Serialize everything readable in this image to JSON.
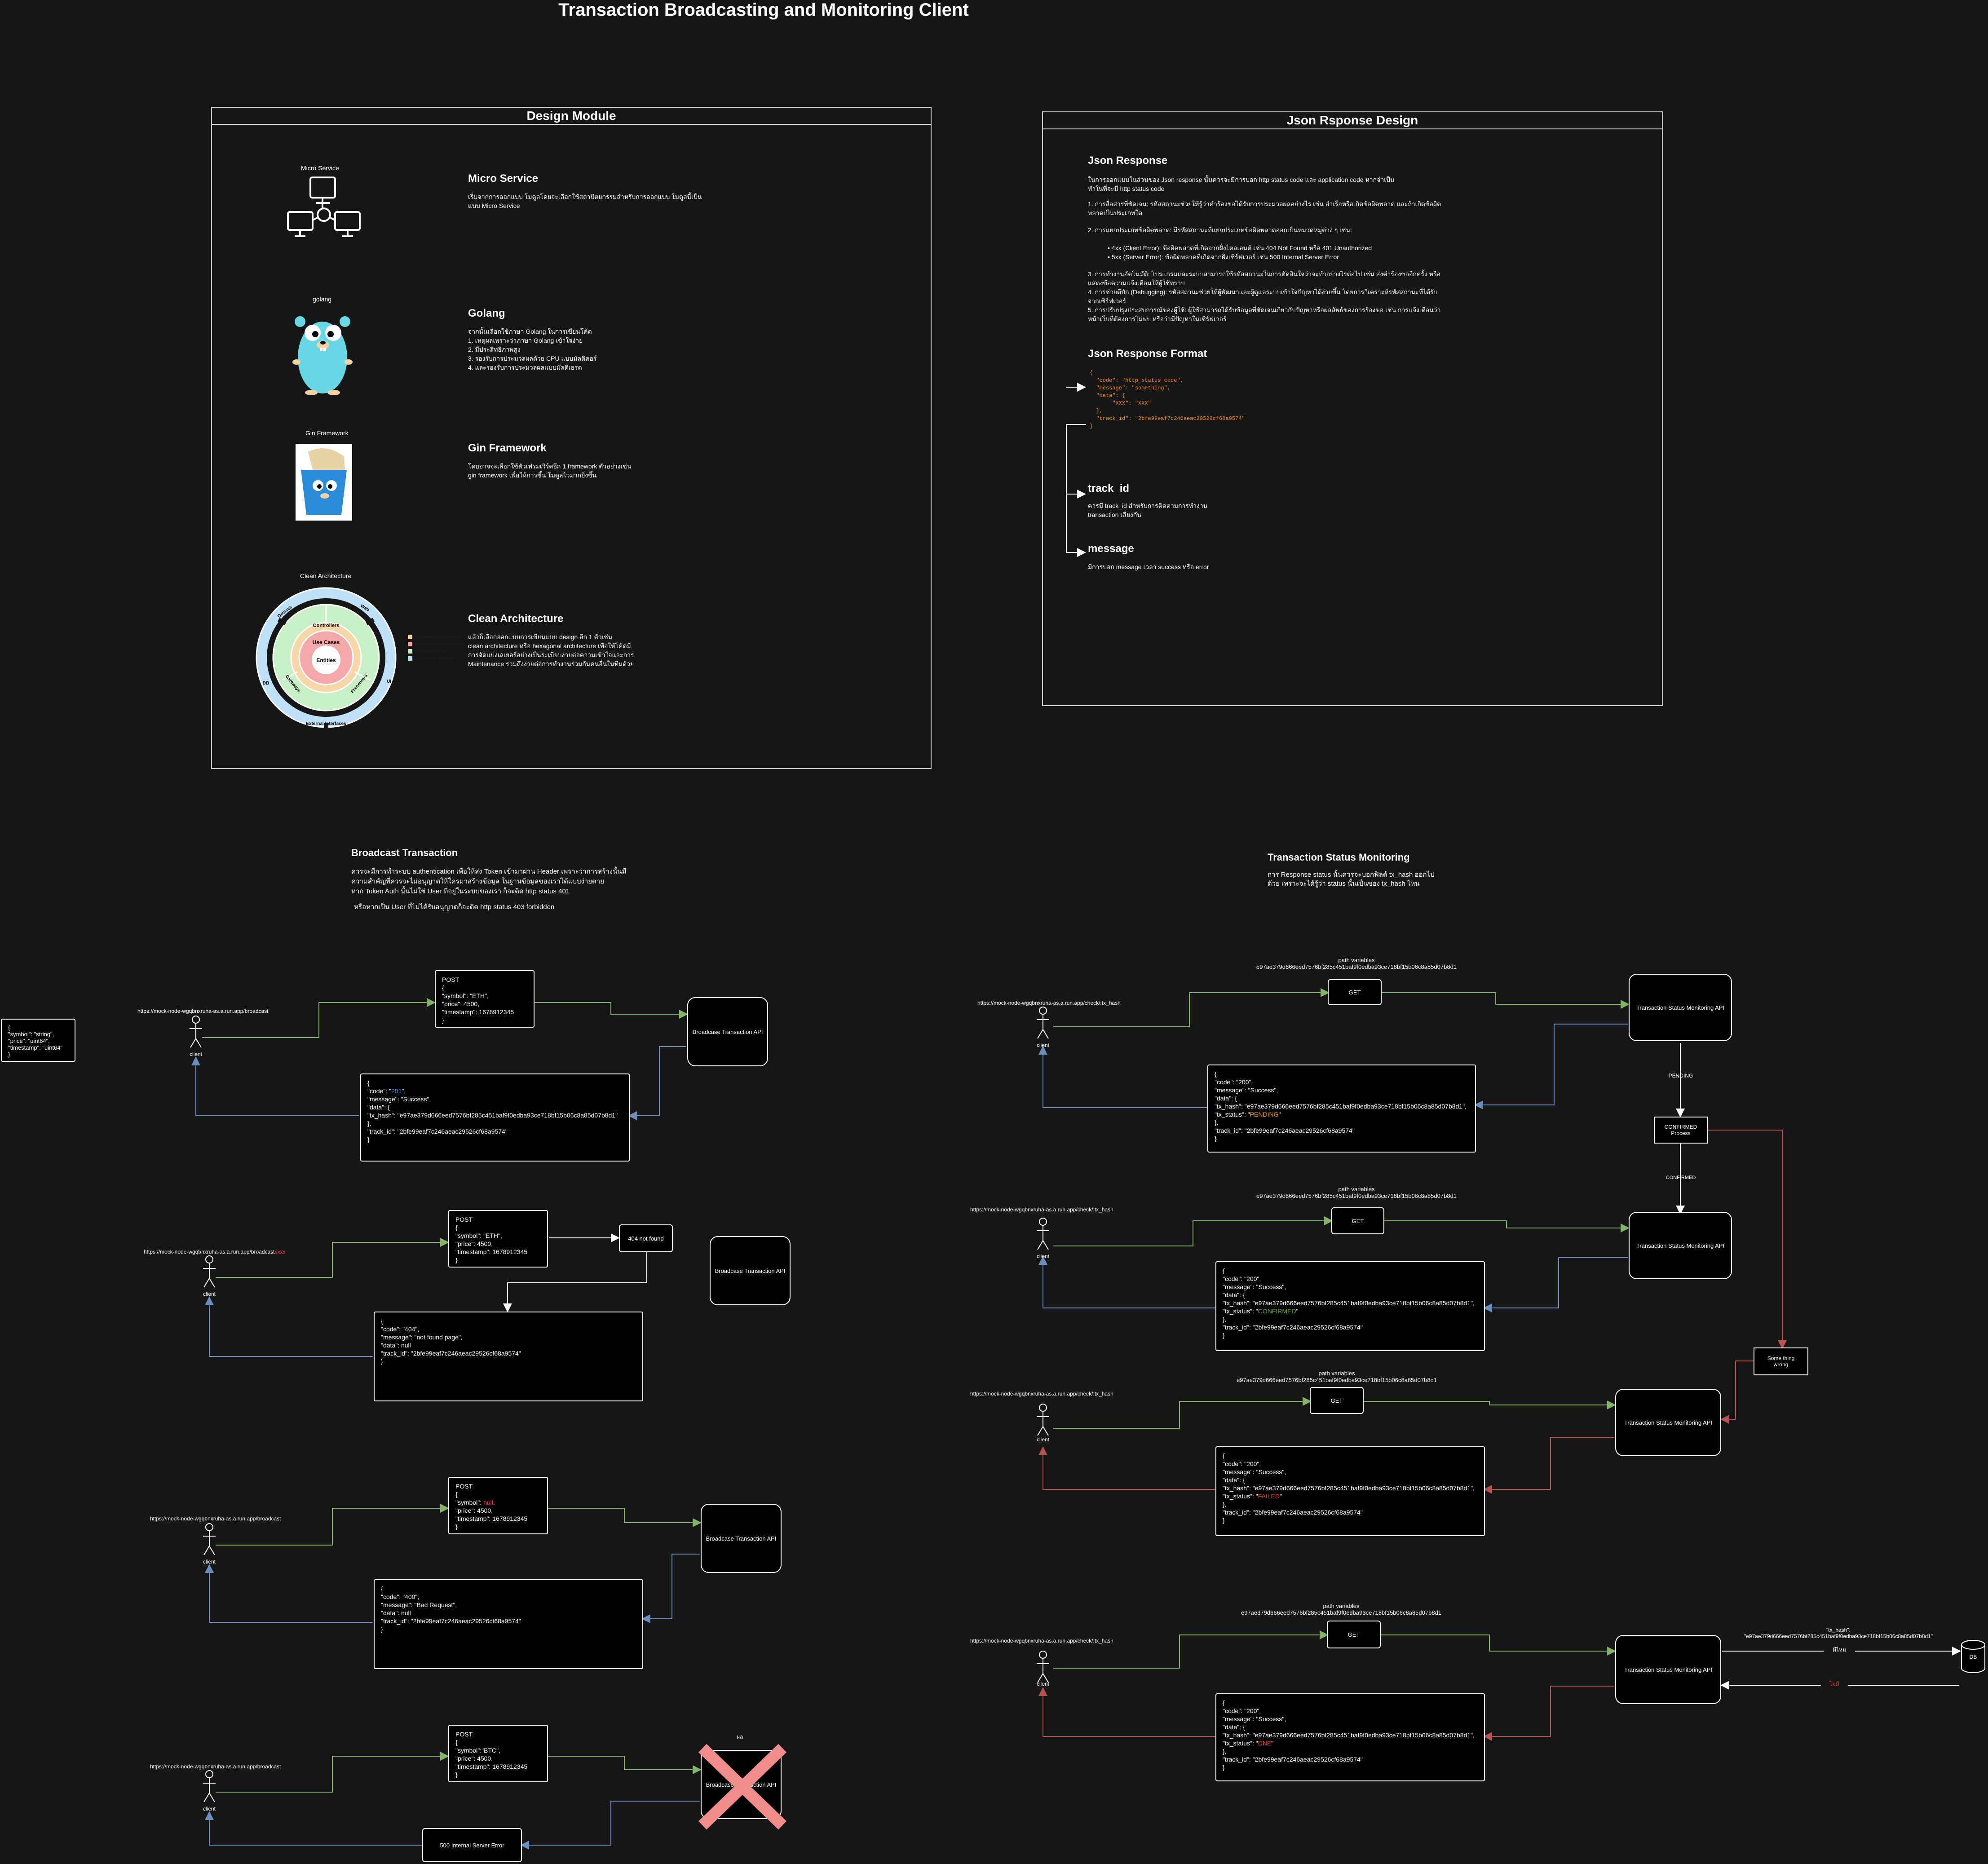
{
  "title": "Transaction Broadcasting and Monitoring Client",
  "design_module": {
    "header": "Design Module",
    "items": [
      {
        "icon_label": "Micro Service",
        "heading": "Micro Service",
        "text": "เริ่มจากการออกแบบ โมดูลโดยจะเลือกใช้สถาปัตยกรรมสำหรับการออกแบบ โมดูลนี้เป็นแบบ Micro Service"
      },
      {
        "icon_label": "golang",
        "heading": "Golang",
        "text": "จากนั้นเลือกใช้ภาษา Golang ในการเขียนโค้ด\n1. เหตุผลเพราะว่าภาษา Golang เข้าใจง่าย\n2. มีประสิทธิภาพสูง\n3. รองรับการประมวลผลด้วย CPU แบบมัลติคอร์\n4. และรองรับการประมวลผลแบบมัลติเธรด"
      },
      {
        "icon_label": "Gin Framework",
        "heading": "Gin Framework",
        "text": "โดยอาจจะเลือกใช้ตัวเฟรมเวิร์คอีก 1 framework ตัวอย่างเช่น\ngin framework เพื่อให้การขึ้น โมดูลไวมากยิ่งขึ้น"
      },
      {
        "icon_label": "Clean Architecture",
        "heading": "Clean Architecture",
        "text": "แล้วก็เลือกออกแบบการเขียนแบบ design อีก 1 ตัวเช่น\nclean architecture หรือ hexagonal architecture เพื่อให้โค้ดมี\nการจัดแบ่งเลเยอร์อย่างเป็นระเบียบง่ายต่อความเข้าใจและการ\nMaintenance รวมถึงง่ายต่อการทำงานร่วมกันคนอื่นในทีมด้วย"
      }
    ],
    "clean_arch": {
      "center": "Entities",
      "ring1": "Use Cases",
      "ring2": "Controllers",
      "ring2b": "Gateways",
      "ring2c": "Presenters",
      "outer": [
        "Devices",
        "Web",
        "UI",
        "External Interfaces",
        "DB"
      ],
      "legend": [
        "Enterprise Business Rules",
        "Application Business Rules",
        "Interface Adapters",
        "Frameworks & Drivers"
      ]
    }
  },
  "json_design": {
    "header": "Json Rsponse Design",
    "h_response": "Json Response",
    "intro": "ในการออกแบบในส่วนของ Json response นั้นควรจะมีการบอก http status code และ application code หากจำเป็น\nทำในที่จะมี http status code",
    "points": [
      "1. การสื่อสารที่ชัดเจน: รหัสสถานะช่วยให้รู้ว่าคำร้องขอได้รับการประมวลผลอย่างไร เช่น สำเร็จหรือเกิดข้อผิดพลาด และถ้าเกิดข้อผิด\nพลาดเป็นประเภทใด",
      "2. การแยกประเภทข้อผิดพลาด: มีรหัสสถานะที่แยกประเภทข้อผิดพลาดออกเป็นหมวดหมู่ต่าง ๆ เช่น:",
      "• 4xx (Client Error): ข้อผิดพลาดที่เกิดจากฝั่งไคลเอนต์ เช่น 404 Not Found หรือ 401 Unauthorized\n• 5xx (Server Error): ข้อผิดพลาดที่เกิดจากฝั่งเซิร์ฟเวอร์ เช่น 500 Internal Server Error",
      "3. การทำงานอัตโนมัติ: โปรแกรมและระบบสามารถใช้รหัสสถานะในการตัดสินใจว่าจะทำอย่างไรต่อไป เช่น ส่งคำร้องขออีกครั้ง หรือ\nแสดงข้อความแจ้งเตือนให้ผู้ใช้ทราบ\n4. การช่วยดีบัก (Debugging): รหัสสถานะช่วยให้ผู้พัฒนาและผู้ดูแลระบบเข้าใจปัญหาได้ง่ายขึ้น โดยการวิเคราะห์รหัสสถานะที่ได้รับ\nจากเซิร์ฟเวอร์\n5. การปรับปรุงประสบการณ์ของผู้ใช้: ผู้ใช้สามารถได้รับข้อมูลที่ชัดเจนเกี่ยวกับปัญหาหรือผลลัพธ์ของการร้องขอ เช่น การแจ้งเตือนว่า\nหน้าเว็บที่ต้องการไม่พบ หรือว่ามีปัญหาในเซิร์ฟเวอร์"
    ],
    "h_format": "Json Response Format",
    "format_code": "{\n  \"code\": \"http_status_code\",\n  \"message\": \"something\",\n  \"data\": {\n       \"XXX\": \"XXX\"\n  },\n  \"track_id\": \"2bfe99eaf7c246aeac29526cf68a9574\"\n}",
    "h_track": "track_id",
    "track_text": "ควรมี track_id สำหรับการติดตามการทำงาน\ntransaction เสียงกัน",
    "h_message": "message",
    "message_text": "มีการบอก message เวลา success หรือ error"
  },
  "broadcast": {
    "heading": "Broadcast Transaction",
    "text": "ควรจะมีการทำระบบ authentication เพื่อให้ส่ง Token เข้ามาผ่าน Header เพราะว่าการสร้างนั้นมี\nความสำคัญที่ควรจะไม่อนุญาตให้ใครมาสร้างข้อมูล ในฐานข้อมูลของเราได้แบบง่ายดาย\nหาก Token Auth นั้นไม่ใช่ User ที่อยู่ในระบบของเรา ก็จะติด http status 401",
    "text2": "หรือหากเป็น User ที่ไม่ได้รับอนุญาตก็จะติด http status 403 forbidden",
    "schema": "{\n  \"symbol\": \"string\",\n  \"price\": \"uint64\",\n  \"timestamp\": \"uint64\"\n}",
    "client_label": "client",
    "api_label": "Broadcase Transaction API",
    "flows": [
      {
        "url": "https://mock-node-wgqbnxruha-as.a.run.app/broadcast",
        "request": "POST\n{\n  \"symbol\": \"ETH\",\n  \"price\": 4500,\n  \"timestamp\": 1678912345\n}",
        "response_pre": "{\n  \"code\": \"",
        "code": "201",
        "response_post": "\",\n  \"message\": \"Success\",\n  \"data\": {\n       \"tx_hash\": \"e97ae379d666eed7576bf285c451baf9f0edba93ce718bf15b06c8a85d07b8d1\"\n  },\n  \"track_id\": \"2bfe99eaf7c246aeac29526cf68a9574\"\n}"
      },
      {
        "url": "https://mock-node-wgqbnxruha-as.a.run.app/broadcast",
        "url_red": "sxxx",
        "request": "POST\n{\n  \"symbol\": \"ETH\",\n  \"price\": 4500,\n  \"timestamp\": 1678912345\n}",
        "not_found": "404 not found",
        "response": "{\n  \"code\": \"404\",\n  \"message\": \"not found page\",\n  \"data\": null\n  \"track_id\": \"2bfe99eaf7c246aeac29526cf68a9574\"\n}"
      },
      {
        "url": "https://mock-node-wgqbnxruha-as.a.run.app/broadcast",
        "request_pre": "POST\n{\n  \"symbol\": ",
        "request_red": "null",
        "request_post": ",\n  \"price\": 4500,\n  \"timestamp\": 1678912345\n}",
        "response": "{\n  \"code\": \"400\",\n  \"message\": \"Bad Request\",\n  \"data\": null\n  \"track_id\": \"2bfe99eaf7c246aeac29526cf68a9574\"\n}"
      },
      {
        "url": "https://mock-node-wgqbnxruha-as.a.run.app/broadcast",
        "request": "POST\n{\n  \"symbol\":\"BTC\",\n  \"price\": 4500,\n  \"timestamp\": 1678912345\n}",
        "error": "500 Internal Server Error",
        "small_label": "ผล"
      }
    ]
  },
  "monitoring": {
    "heading": "Transaction Status Monitoring",
    "text": "การ Response status นั้นควรจะบอกฟิลด์ tx_hash ออกไป\nด้วย เพราะจะได้รู้ว่า status นั้นเป็นของ tx_hash ไหน",
    "url": "https://mock-node-wgqbnxruha-as.a.run.app/check/:tx_hash",
    "path_label": "path variables\ne97ae379d666eed7576bf285c451baf9f0edba93ce718bf15b06c8a85d07b8d1",
    "get_label": "GET",
    "api_label": "Transaction  Status Monitoring API",
    "client_label": "client",
    "pending_label": "PENDING",
    "confirmed_label": "CONFIRMED",
    "confirmed_process": "CONFIRMED\nProcess",
    "wrong_label": "Some thing\nwrong",
    "db_label": "DB",
    "tx_hash_label": "\"tx_hash\":\n\"e97ae379d666eed7576bf285c451baf9f0edba93ce718bf15b06c8a85d07b8d1\"",
    "has_label": "มีไหม",
    "fail_label": "ไม่มี",
    "resp_pre": "{\n  \"code\": \"200\",\n  \"message\": \"Success\",\n  \"data\": {\n       \"tx_hash\": \"e97ae379d666eed7576bf285c451baf9f0edba93ce718bf15b06c8a85d07b8d1\",\n       \"tx_status\": \"",
    "resp_post": "\"\n  },\n  \"track_id\": \"2bfe99eaf7c246aeac29526cf68a9574\"\n}",
    "statuses": [
      "PENDING",
      "CONFIRMED",
      "FAILED",
      "DNE"
    ],
    "colors": {
      "green": "#82b366",
      "blue": "#6c8ebf",
      "red": "#b85450",
      "pending": "#ff9900",
      "confirmed": "#60a917",
      "failed": "#ff3b3b",
      "dne": "#ff3b3b"
    }
  }
}
